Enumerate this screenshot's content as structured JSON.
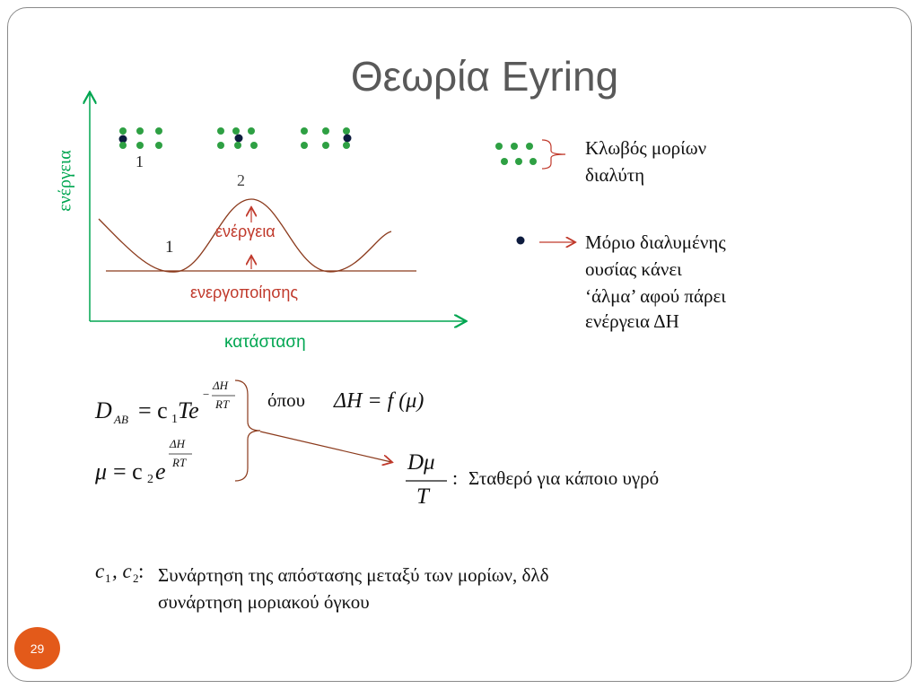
{
  "slide": {
    "title": "Θεωρία Eyring",
    "page_number": "29"
  },
  "diagram": {
    "y_axis_label": "ενέργεια",
    "x_axis_label": "κατάσταση",
    "state_label_top": "1",
    "state_label_peak": "2",
    "state_label_well": "1",
    "activation_label_line1": "ενέργεια",
    "activation_label_line2": "ενεργοποίησης"
  },
  "legend": {
    "cage_text_line1": "Κλωβός μορίων",
    "cage_text_line2": "διαλύτη",
    "solute_text_line1": "Μόριο διαλυμένης",
    "solute_text_line2": "ουσίας κάνει",
    "solute_text_line3": "‘άλμα’ αφού πάρει",
    "solute_text_line4": "ενέργεια ΔΗ"
  },
  "equations": {
    "dab_lhs": "D",
    "dab_sub": "AB",
    "dab_rhs": "= c",
    "dab_c_sub": "1",
    "dab_te": "Te",
    "dab_exp_num": "ΔH",
    "dab_exp_den": "RT",
    "dab_exp_sign": "−",
    "mu_lhs": "μ",
    "mu_rhs": "= c",
    "mu_c_sub": "2",
    "mu_e": "e",
    "mu_exp_num": "ΔH",
    "mu_exp_den": "RT",
    "opou": "όπου",
    "dh_expr": "ΔH = f (μ)",
    "frac_num": "Dμ",
    "frac_den": "T",
    "frac_colon": ":",
    "const_text": "Σταθερό για κάποιο υγρό",
    "c_label_c1": "c",
    "c_label_sub1": "1",
    "c_label_comma": ", c",
    "c_label_sub2": "2",
    "c_label_colon": " :",
    "c_text_line1": "Συνάρτηση της απόστασης μεταξύ των μορίων, δλδ",
    "c_text_line2": "συνάρτηση μοριακού όγκου"
  },
  "colors": {
    "axis": "#00a651",
    "solvent_dot": "#2ea043",
    "solute_dot": "#0d1b3e",
    "curve": "#8b3a1c",
    "arrow": "#c0392b",
    "badge": "#e35a1a"
  }
}
